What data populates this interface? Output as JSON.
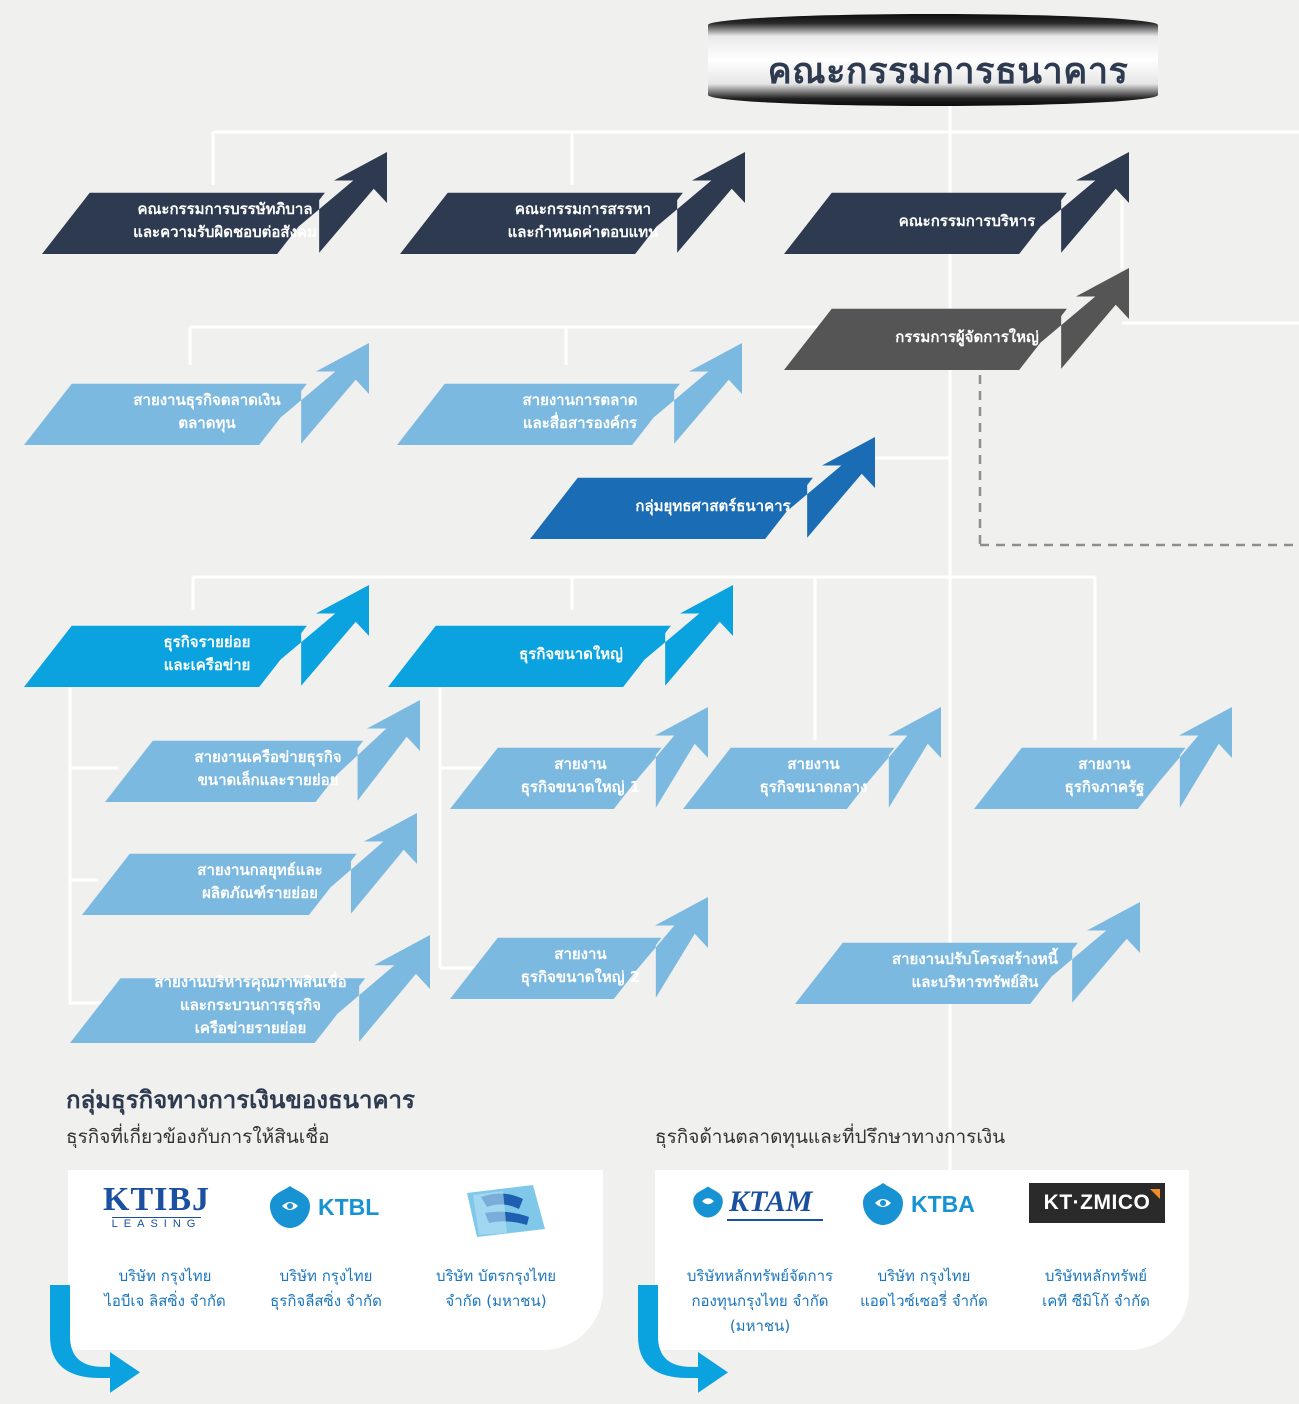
{
  "board": {
    "title": "คณะกรรมการธนาคาร"
  },
  "committees": {
    "governance": "คณะกรรมการบรรษัทภิบาล\nและความรับผิดชอบต่อสังคม",
    "nomination": "คณะกรรมการสรรหา\nและกำหนดค่าตอบแทน",
    "executive": "คณะกรรมการบริหาร"
  },
  "ceo": {
    "label": "กรรมการผู้จัดการใหญ่"
  },
  "units": {
    "capital_market": "สายงานธุรกิจตลาดเงิน\nตลาดทุน",
    "marketing": "สายงานการตลาด\nและสื่อสารองค์กร",
    "strategy": "กลุ่มยุทธศาสตร์ธนาคาร",
    "retail": "ธุรกิจรายย่อย\nและเครือข่าย",
    "wholesale": "ธุรกิจขนาดใหญ่",
    "sme_network": "สายงานเครือข่ายธุรกิจ\nขนาดเล็กและรายย่อย",
    "retail_strategy": "สายงานกลยุทธ์และ\nผลิตภัณฑ์รายย่อย",
    "credit_quality": "สายงานบริหารคุณภาพสินเชื่อ\nและกระบวนการธุรกิจ\nเครือข่ายรายย่อย",
    "corporate1": "สายงาน\nธุรกิจขนาดใหญ่ 1",
    "corporate2": "สายงาน\nธุรกิจขนาดใหญ่ 2",
    "midsize": "สายงาน\nธุรกิจขนาดกลาง",
    "government": "สายงาน\nธุรกิจภาครัฐ",
    "debt_restructuring": "สายงานปรับโครงสร้างหนี้\nและบริหารทรัพย์สิน"
  },
  "financial_group": {
    "title": "กลุ่มธุรกิจทางการเงินของธนาคาร",
    "lending": {
      "title": "ธุรกิจที่เกี่ยวข้องกับการให้สินเชื่อ",
      "companies": [
        {
          "logo_text": "KTIBJ",
          "logo_sub": "LEASING",
          "name": "บริษัท กรุงไทย\nไอบีเจ ลิสซิ่ง จำกัด"
        },
        {
          "logo_text": "KTBL",
          "name": "บริษัท กรุงไทย\nธุรกิจลีสซิ่ง จำกัด"
        },
        {
          "logo_text": "",
          "name": "บริษัท บัตรกรุงไทย\nจำกัด (มหาชน)"
        }
      ]
    },
    "capital": {
      "title": "ธุรกิจด้านตลาดทุนและที่ปรึกษาทางการเงิน",
      "companies": [
        {
          "logo_text": "KTAM",
          "name": "บริษัทหลักทรัพย์จัดการ\nกองทุนกรุงไทย จำกัด\n(มหาชน)"
        },
        {
          "logo_text": "KTBA",
          "name": "บริษัท กรุงไทย\nแอดไวซ์เซอรี่ จำกัด"
        },
        {
          "logo_text": "KT·ZMICO",
          "name": "บริษัทหลักทรัพย์\nเคที ซีมิโก้ จำกัด"
        }
      ]
    }
  },
  "colors": {
    "navy": "#2d3a50",
    "gray": "#555555",
    "strategy": "#1a6cb5",
    "bright": "#0aa3df",
    "light": "#7cb9e0",
    "line": "#ffffff",
    "company": "#1b76bd"
  }
}
